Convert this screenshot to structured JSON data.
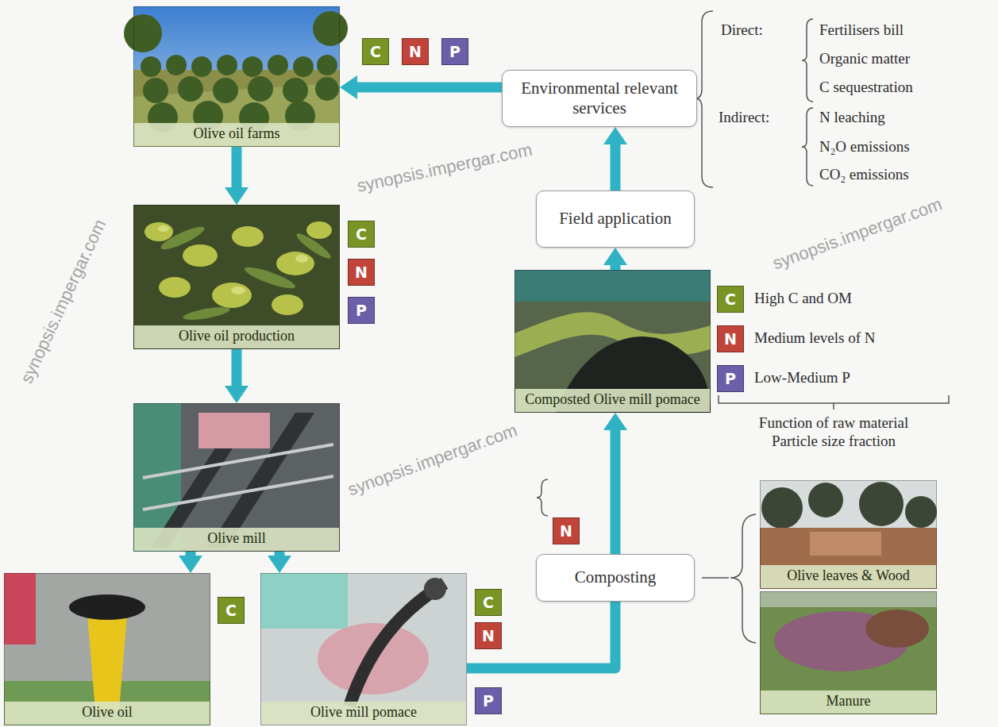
{
  "diagram": {
    "nodes": [
      {
        "text": [
          "Olive oil farms"
        ]
      },
      {
        "text": [
          "C"
        ]
      },
      {
        "text": [
          "N"
        ]
      },
      {
        "text": [
          "P"
        ]
      },
      {
        "text": [
          "Environmental relevant services"
        ]
      },
      {
        "text": [
          "Olive oil production"
        ]
      },
      {
        "text": [
          "C"
        ]
      },
      {
        "text": [
          "N"
        ]
      },
      {
        "text": [
          "P"
        ]
      },
      {
        "text": [
          "Field application"
        ]
      },
      {
        "text": [
          "Composted Olive mill pomace"
        ]
      },
      {
        "text": [
          "C"
        ]
      },
      {
        "text": [
          "N"
        ]
      },
      {
        "text": [
          "P"
        ]
      },
      {
        "text": [
          "Olive mill"
        ]
      },
      {
        "text": [
          "N"
        ]
      },
      {
        "text": [
          "Composting"
        ]
      },
      {
        "text": [
          "Olive leaves & Wood"
        ]
      },
      {
        "text": [
          "Olive oil"
        ]
      },
      {
        "text": [
          "C"
        ]
      },
      {
        "text": [
          "Olive mill pomace"
        ]
      },
      {
        "text": [
          "C"
        ]
      },
      {
        "text": [
          "N"
        ]
      },
      {
        "text": [
          "P"
        ]
      },
      {
        "text": [
          "Manure"
        ]
      }
    ],
    "edges": [
      {
        "from": 4,
        "to": 0,
        "arrow": "to"
      },
      {
        "from": 0,
        "to": 5,
        "arrow": "to"
      },
      {
        "from": 5,
        "to": 14,
        "arrow": "to"
      },
      {
        "from": 14,
        "to": 18,
        "arrow": "to"
      },
      {
        "from": 14,
        "to": 20,
        "arrow": "to"
      },
      {
        "from": 20,
        "to": 16,
        "arrow": "none"
      },
      {
        "from": 16,
        "to": 10,
        "arrow": "to"
      },
      {
        "from": 10,
        "to": 9,
        "arrow": "to"
      },
      {
        "from": 9,
        "to": 4,
        "arrow": "to"
      }
    ],
    "labels": [
      "Direct:",
      "Fertilisers bill",
      "Organic matter",
      "C sequestration",
      "Indirect:",
      "N leaching",
      "N₂O emissions",
      "CO₂ emissions",
      "High C and OM",
      "Medium levels of N",
      "Low-Medium P",
      "Function of raw material Particle size fraction",
      "synopsis.impergar.com",
      "synopsis.impergar.com",
      "synopsis.impergar.com",
      "synopsis.impergar.com"
    ]
  }
}
